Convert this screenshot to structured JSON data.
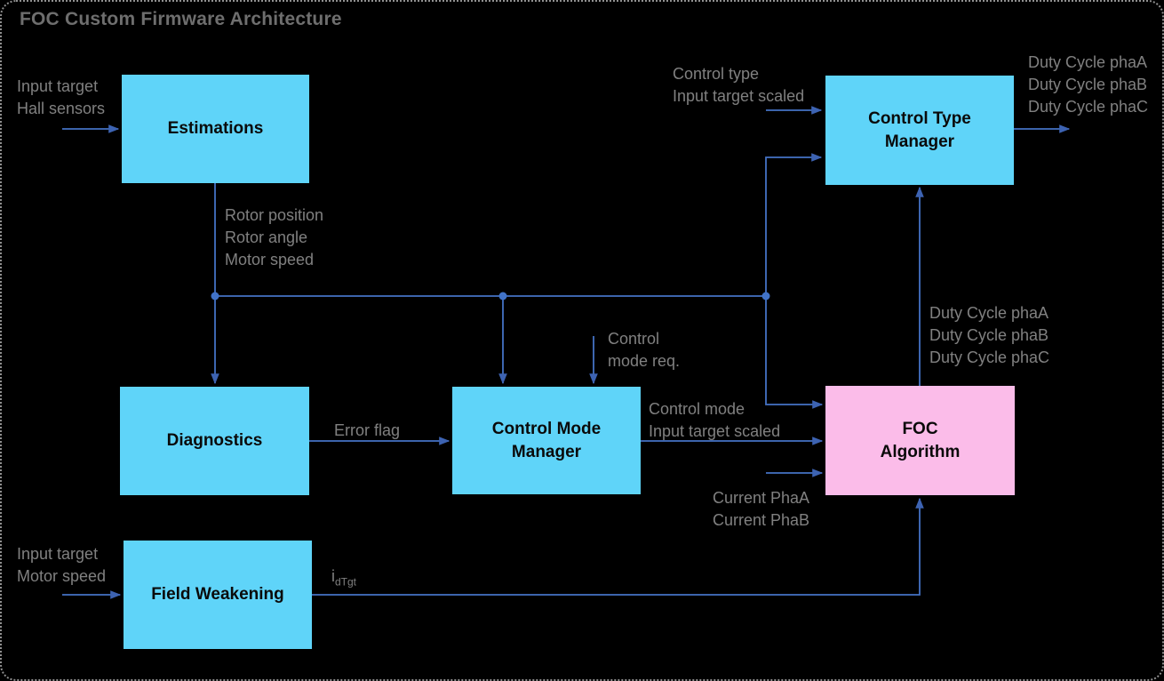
{
  "title": "FOC Custom Firmware Architecture",
  "colors": {
    "background": "#000000",
    "box_cyan": "#5FD4F9",
    "box_pink": "#FBBCE9",
    "connector_blue": "#4472C4",
    "arrowhead_blue": "#3D63B2",
    "label_gray": "#808080",
    "title_gray": "#6E6E6E",
    "box_text": "#0A0A0A"
  },
  "nodes": {
    "estimations": {
      "label": "Estimations"
    },
    "control_type_manager": {
      "label": "Control Type\nManager"
    },
    "diagnostics": {
      "label": "Diagnostics"
    },
    "control_mode_manager": {
      "label": "Control Mode\nManager"
    },
    "foc_algorithm": {
      "label": "FOC\nAlgorithm"
    },
    "field_weakening": {
      "label": "Field Weakening"
    }
  },
  "labels": {
    "estimations_inputs": "Input target\nHall sensors",
    "estimations_outputs": "Rotor position\nRotor angle\nMotor speed",
    "control_type_inputs": "Control type\nInput target scaled",
    "duty_cycle_outputs": "Duty Cycle phaA\nDuty Cycle phaB\nDuty Cycle phaC",
    "duty_cycle_internal": "Duty Cycle phaA\nDuty Cycle phaB\nDuty Cycle phaC",
    "control_mode_request": "Control\nmode req.",
    "error_flag": "Error flag",
    "control_mode_outputs": "Control mode\nInput target scaled",
    "current_inputs": "Current PhaA\nCurrent PhaB",
    "field_weakening_inputs": "Input target\nMotor speed",
    "id_target_base": "i",
    "id_target_sub": "dTgt"
  }
}
